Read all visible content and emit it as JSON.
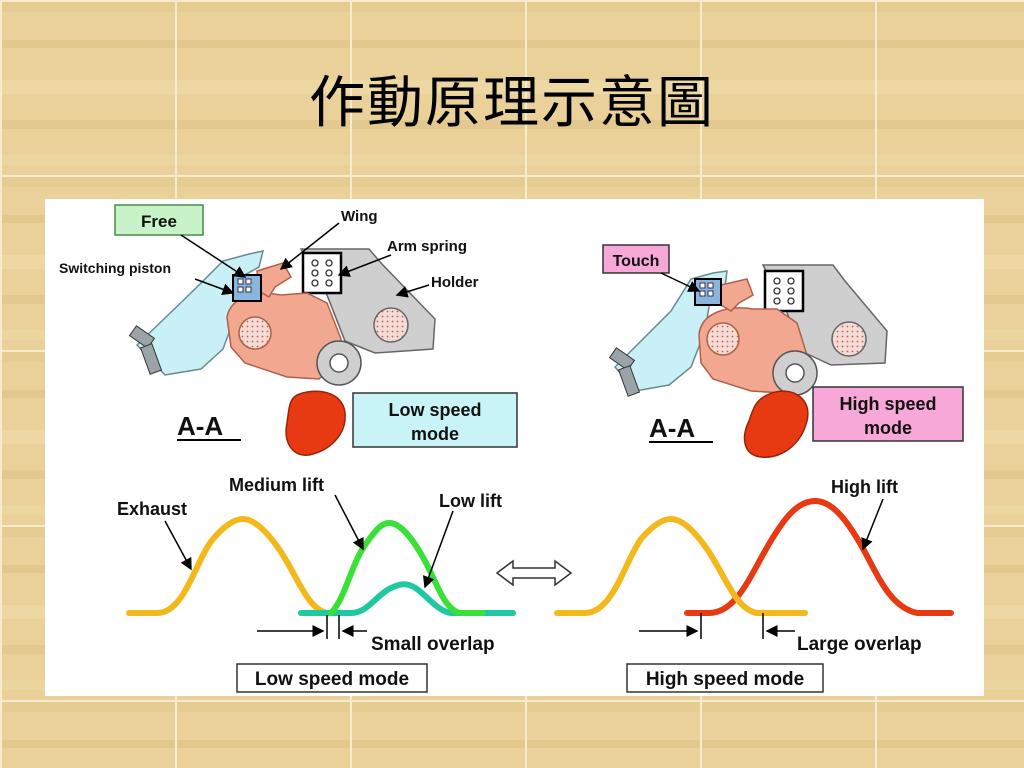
{
  "slide": {
    "title": "作動原理示意圖"
  },
  "diagram": {
    "left": {
      "state_tag": "Free",
      "labels": {
        "wing": "Wing",
        "arm_spring": "Arm spring",
        "holder": "Holder",
        "switching_piston": "Switching piston"
      },
      "section": "A-A",
      "mode_box": [
        "Low speed",
        "mode"
      ]
    },
    "right": {
      "state_tag": "Touch",
      "section": "A-A",
      "mode_box": [
        "High speed",
        "mode"
      ]
    },
    "graph_left": {
      "labels": {
        "exhaust": "Exhaust",
        "medium_lift": "Medium lift",
        "low_lift": "Low lift"
      },
      "overlap": "Small overlap",
      "caption": "Low speed mode"
    },
    "graph_right": {
      "labels": {
        "high_lift": "High lift"
      },
      "overlap": "Large overlap",
      "caption": "High speed mode"
    },
    "colors": {
      "free_tag": "#c8f2c8",
      "touch_tag": "#f7a8d8",
      "low_mode_box": "#c8f4f8",
      "high_mode_box": "#f7a8d8",
      "exhaust_curve": "#f2b81c",
      "medium_lift_curve": "#38e038",
      "low_lift_curve": "#20c8a0",
      "high_lift_curve": "#e83a12",
      "cam": "#e83a12",
      "rocker": "#f2a890",
      "holder": "#cfcfcf",
      "bracket": "#c8f0f6"
    }
  }
}
